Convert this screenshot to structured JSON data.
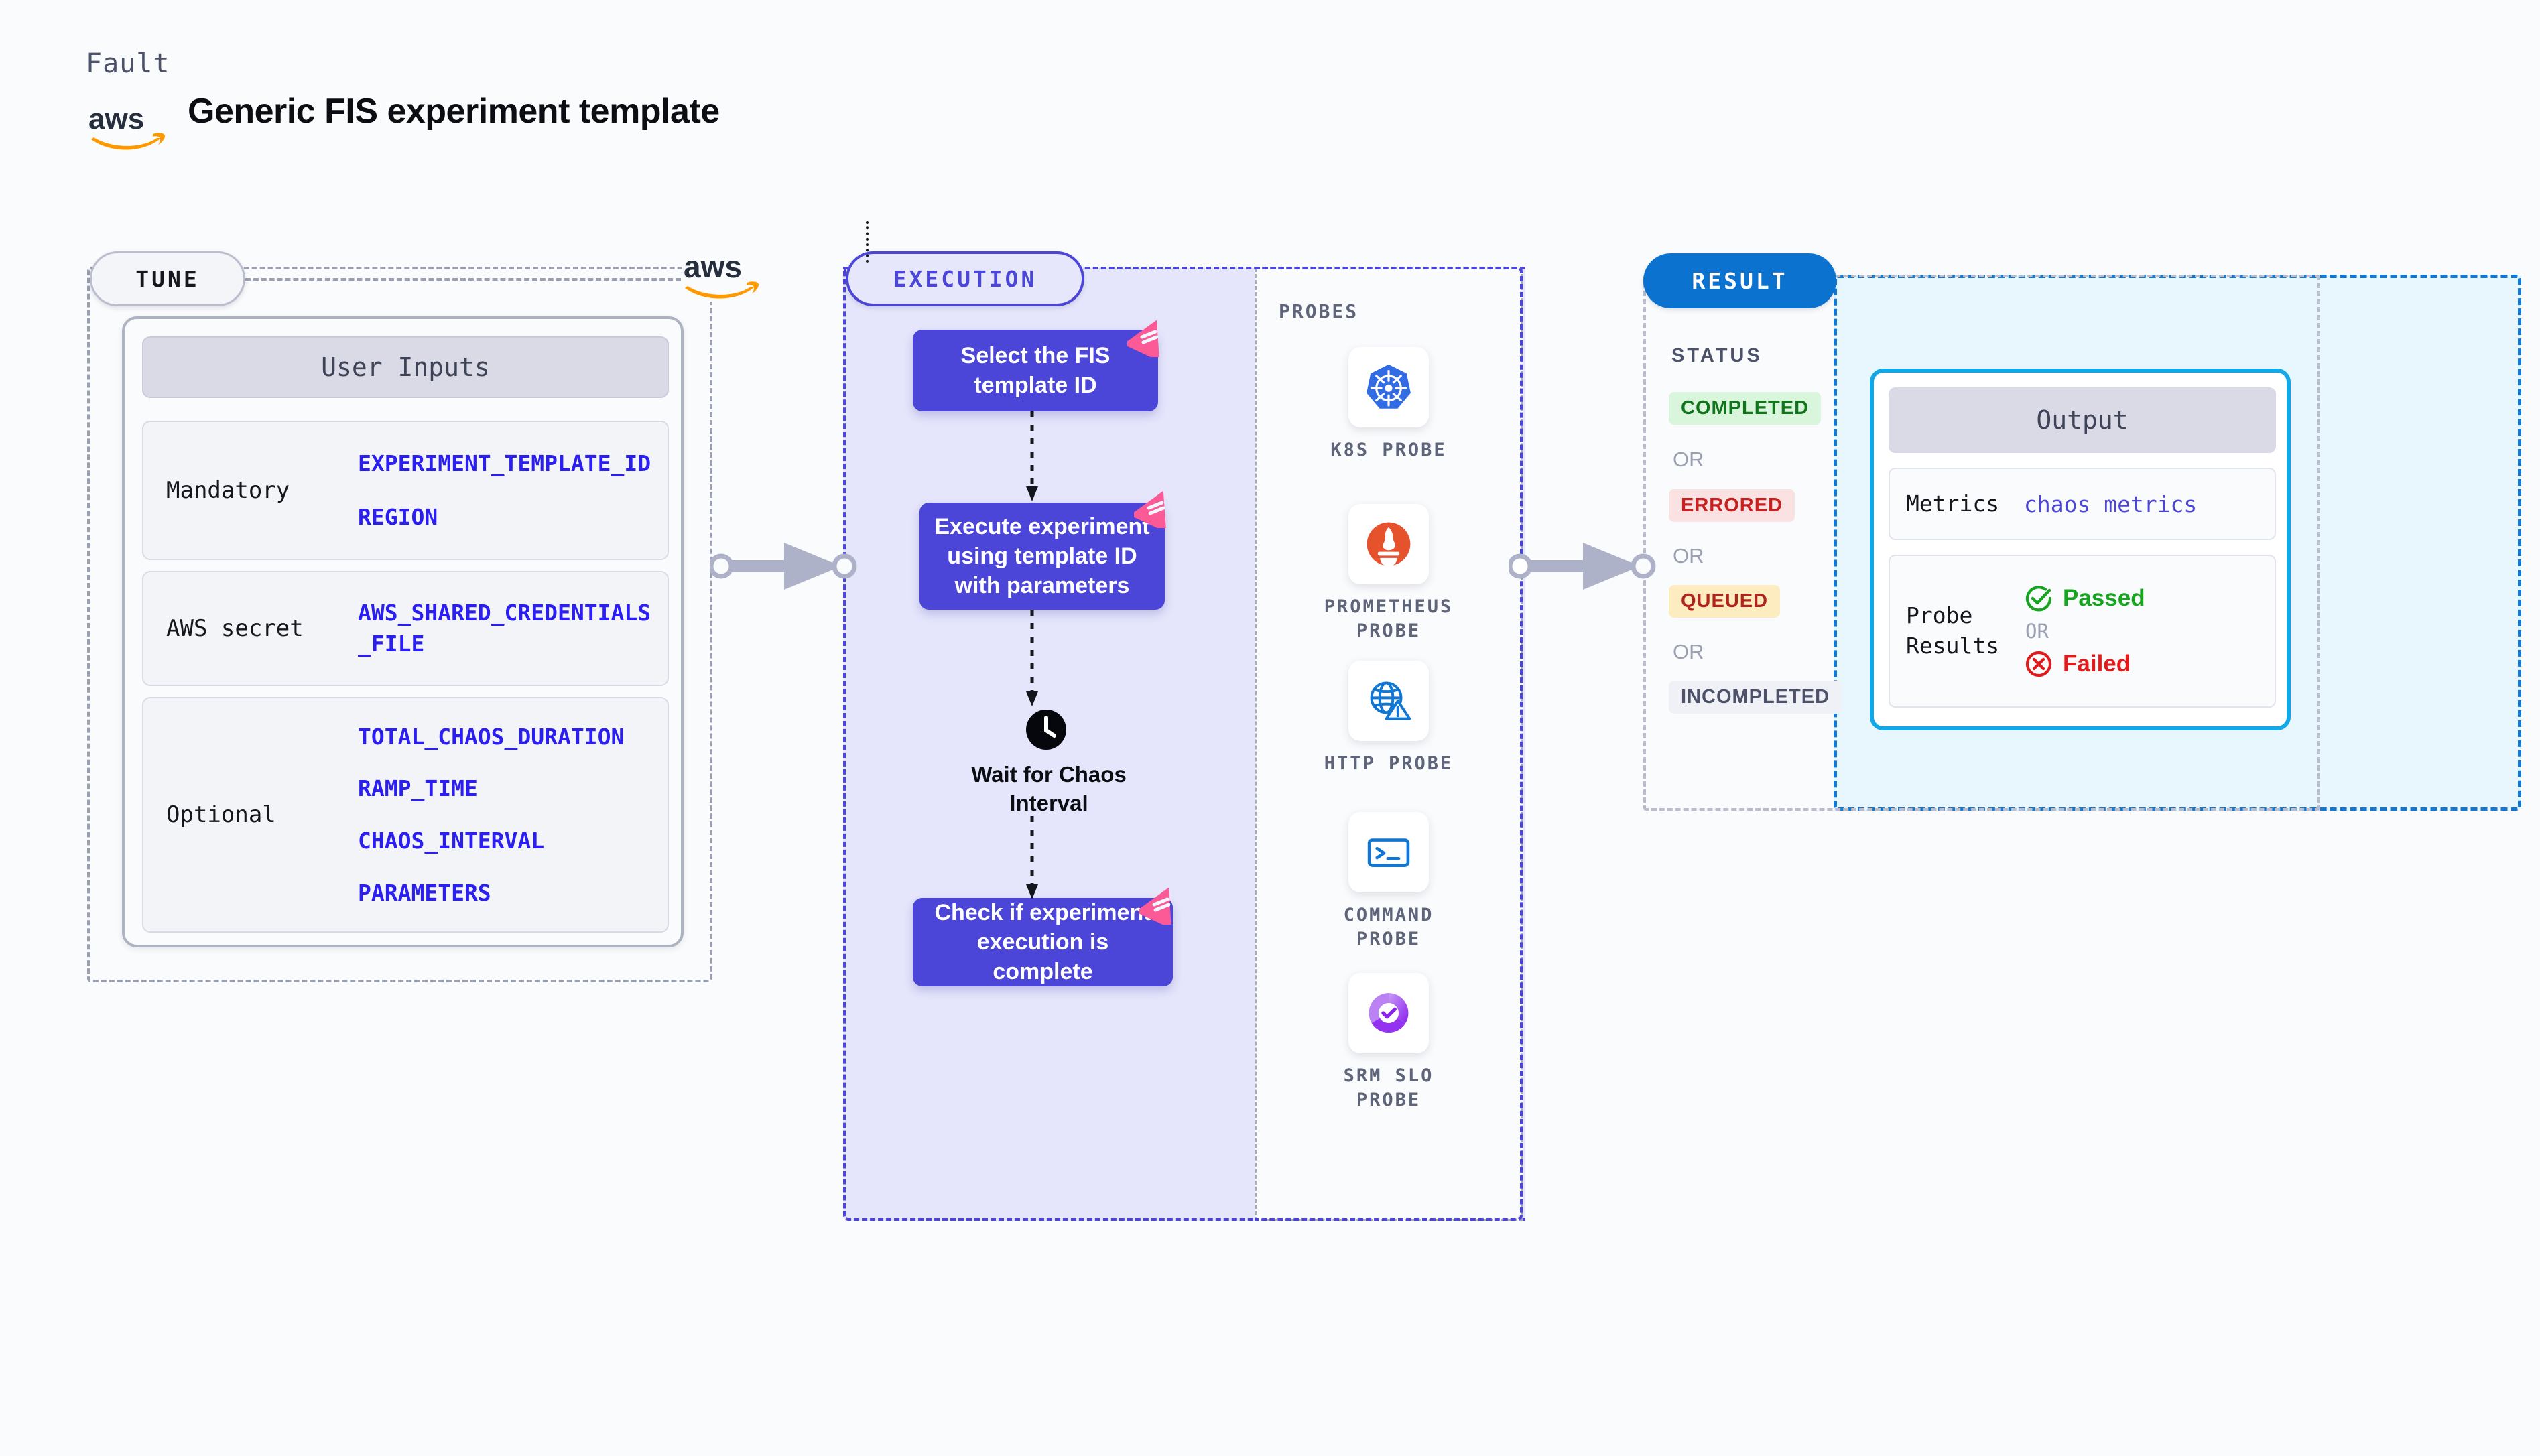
{
  "header": {
    "eyebrow": "Fault",
    "title": "Generic FIS experiment template",
    "logo_icon": "aws-logo"
  },
  "tune": {
    "pill_label": "TUNE",
    "card_title": "User Inputs",
    "rows": [
      {
        "label": "Mandatory",
        "values": [
          "EXPERIMENT_TEMPLATE_ID",
          "REGION"
        ]
      },
      {
        "label": "AWS secret",
        "values": [
          "AWS_SHARED_CREDENTIALS\n_FILE"
        ]
      },
      {
        "label": "Optional",
        "values": [
          "TOTAL_CHAOS_DURATION",
          "RAMP_TIME",
          "CHAOS_INTERVAL",
          "PARAMETERS"
        ]
      }
    ]
  },
  "middle_logo": "aws-logo",
  "execution": {
    "pill_label": "EXECUTION",
    "steps": [
      {
        "text": "Select the FIS\ntemplate ID",
        "badge": "harness-badge"
      },
      {
        "text": "Execute experiment\nusing template ID\nwith parameters",
        "badge": "harness-badge"
      },
      {
        "text": "Check if experiment\nexecution is complete",
        "badge": "harness-badge"
      }
    ],
    "wait": {
      "icon": "clock-icon",
      "label": "Wait for Chaos\nInterval"
    }
  },
  "probes": {
    "title": "PROBES",
    "items": [
      {
        "label": "K8S PROBE",
        "icon": "kubernetes-icon"
      },
      {
        "label": "PROMETHEUS\nPROBE",
        "icon": "prometheus-icon"
      },
      {
        "label": "HTTP PROBE",
        "icon": "globe-warning-icon"
      },
      {
        "label": "COMMAND\nPROBE",
        "icon": "terminal-icon"
      },
      {
        "label": "SRM SLO\nPROBE",
        "icon": "srm-slo-icon"
      }
    ]
  },
  "result": {
    "pill_label": "RESULT",
    "status_title": "STATUS",
    "or_label": "OR",
    "statuses": [
      {
        "label": "COMPLETED"
      },
      {
        "label": "ERRORED"
      },
      {
        "label": "QUEUED"
      },
      {
        "label": "INCOMPLETED"
      }
    ],
    "output": {
      "title": "Output",
      "metrics_label": "Metrics",
      "metrics_value": "chaos metrics",
      "probe_results_label": "Probe\nResults",
      "passed_label": "Passed",
      "failed_label": "Failed",
      "or_label": "OR",
      "passed_icon": "check-circle-icon",
      "failed_icon": "x-circle-icon"
    }
  },
  "colors": {
    "indigo": "#4b45d8",
    "aws_orange": "#ff9900",
    "result_blue": "#0b72cf",
    "cyan": "#12a8e8",
    "pink": "#fb5a96",
    "code_blue": "#2a1ff0"
  }
}
